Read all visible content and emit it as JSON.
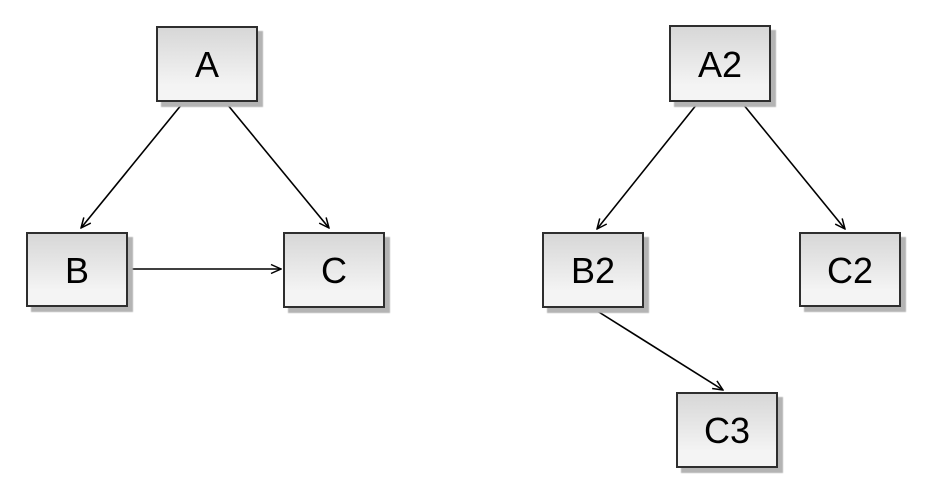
{
  "diagram": {
    "background_color": "#ffffff",
    "node_style": {
      "fill_top": "#d7d7d7",
      "fill_bottom": "#f4f4f4",
      "border": "#2e2e2e",
      "shadow": "#b4b4b4",
      "text": "#000000",
      "edge_color": "#000000"
    },
    "graphs": [
      {
        "name": "left-graph",
        "nodes": [
          {
            "id": "A",
            "label": "A"
          },
          {
            "id": "B",
            "label": "B"
          },
          {
            "id": "C",
            "label": "C"
          }
        ],
        "edges": [
          {
            "from": "A",
            "to": "B"
          },
          {
            "from": "A",
            "to": "C"
          },
          {
            "from": "B",
            "to": "C"
          }
        ]
      },
      {
        "name": "right-graph",
        "nodes": [
          {
            "id": "A2",
            "label": "A2"
          },
          {
            "id": "B2",
            "label": "B2"
          },
          {
            "id": "C2",
            "label": "C2"
          },
          {
            "id": "C3",
            "label": "C3"
          }
        ],
        "edges": [
          {
            "from": "A2",
            "to": "B2"
          },
          {
            "from": "A2",
            "to": "C2"
          },
          {
            "from": "B2",
            "to": "C3"
          }
        ]
      }
    ]
  }
}
